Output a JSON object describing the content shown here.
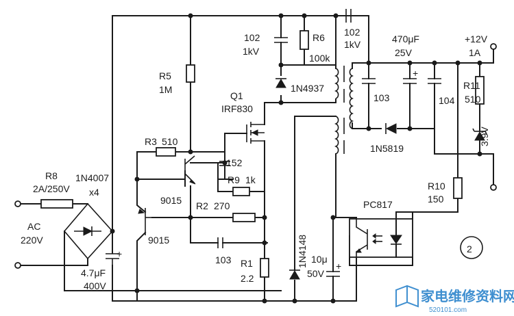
{
  "labels": {
    "c102a_val": "102",
    "c102a_volt": "1kV",
    "r6_name": "R6",
    "r6_val": "100k",
    "c102b_val": "102",
    "c102b_volt": "1kV",
    "c470_val": "470μF",
    "c470_volt": "25V",
    "out_volt": "+12V",
    "out_curr": "1A",
    "r5_name": "R5",
    "r5_val": "1M",
    "d1n4937": "1N4937",
    "c103_out": "103",
    "c104": "104",
    "r11_name": "R11",
    "r11_val": "510",
    "q1_name": "Q1",
    "q1_type": "IRF830",
    "d1n5819": "1N5819",
    "z39": "3.9V",
    "r3": "R3",
    "r3_val": "510",
    "c152": "152",
    "r9": "R9",
    "r9_val": "1k",
    "r8_name": "R8",
    "r8_val": "2A/250V",
    "d1n4007": "1N4007",
    "d1n4007_x": "x4",
    "t9015a": "9015",
    "r2": "R2",
    "r2_val": "270",
    "r10_name": "R10",
    "r10_val": "150",
    "pc817": "PC817",
    "ac": "AC",
    "ac_volt": "220V",
    "t9015b": "9015",
    "c103_fb": "103",
    "r1_name": "R1",
    "r1_val": "2.2",
    "d1n4148": "1N4148",
    "c10u_val": "10μ",
    "c10u_volt": "50V",
    "c47u_val": "4.7μF",
    "c47u_volt": "400V",
    "fig_num": "2"
  },
  "watermark": {
    "title": "家电维修资料网",
    "url": "520101.com"
  }
}
